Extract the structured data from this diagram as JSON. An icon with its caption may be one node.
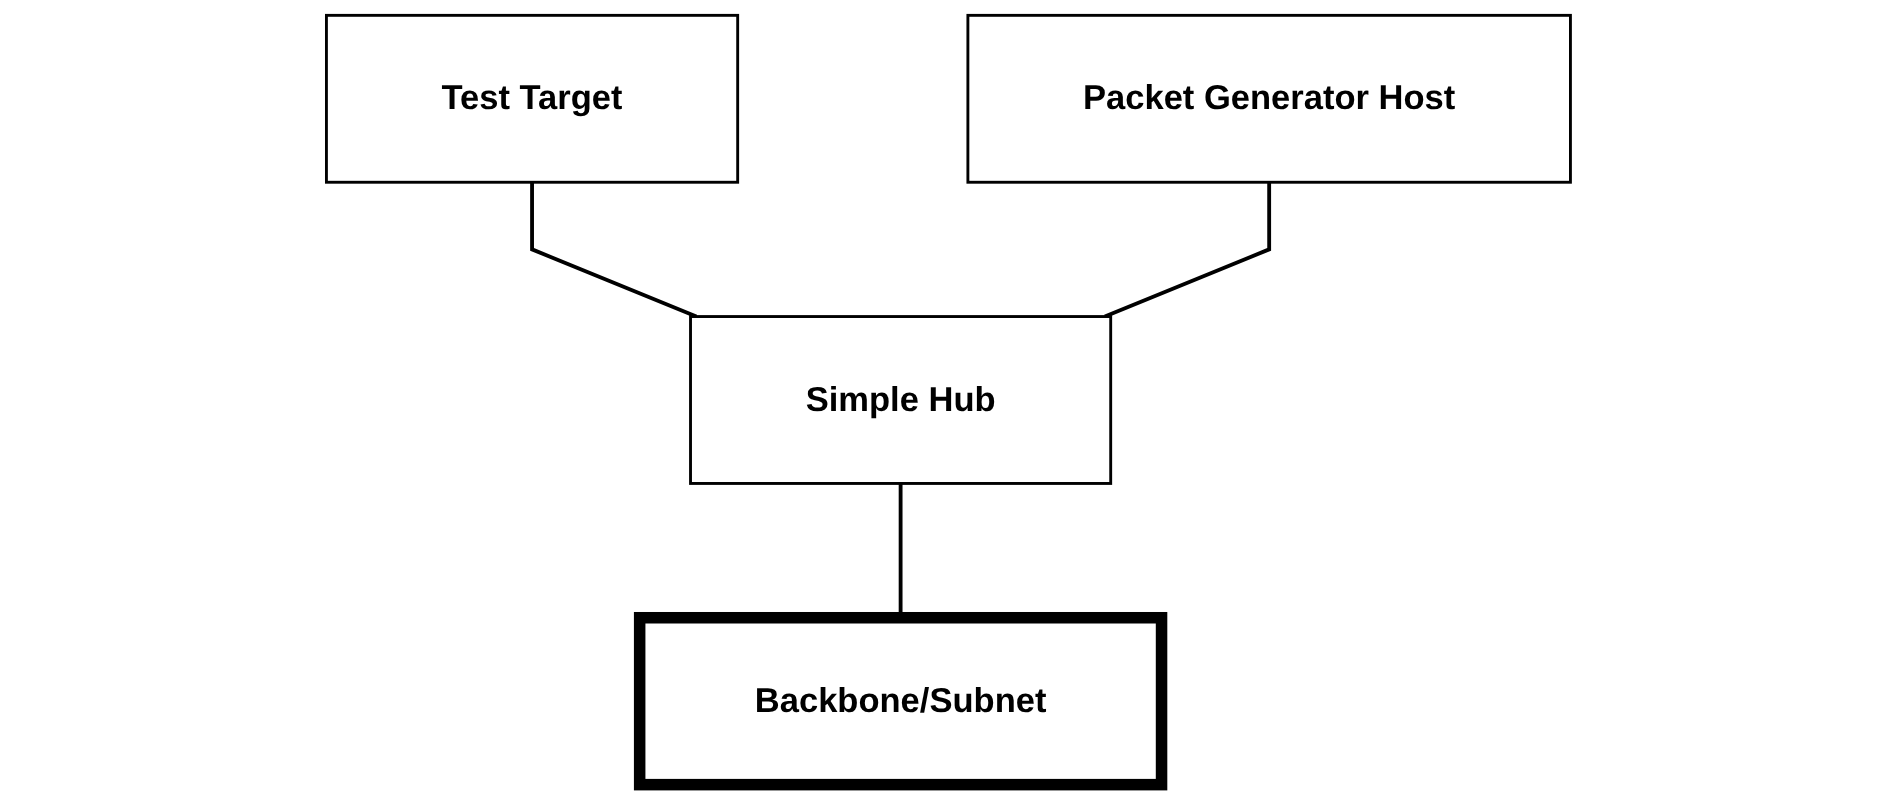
{
  "diagram": {
    "nodes": [
      {
        "text": [
          "Test Target"
        ]
      },
      {
        "text": [
          "Packet Generator Host"
        ]
      },
      {
        "text": [
          "Simple Hub"
        ]
      },
      {
        "text": [
          "Backbone/Subnet"
        ]
      }
    ],
    "edges": [
      {
        "from": 0,
        "to": 2,
        "arrow": "none"
      },
      {
        "from": 1,
        "to": 2,
        "arrow": "none"
      },
      {
        "from": 2,
        "to": 3,
        "arrow": "none"
      }
    ]
  }
}
